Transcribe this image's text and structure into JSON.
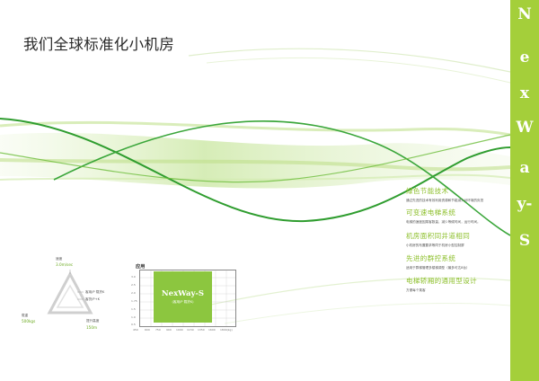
{
  "page": {
    "title": "我们全球标准化小机房"
  },
  "side_band": {
    "letters": [
      "N",
      "e",
      "x",
      "W",
      "a",
      "y-",
      "S"
    ],
    "band_color": "#a4cf3a"
  },
  "features": [
    {
      "title": "绿色节能技术",
      "desc": "通过先进的技术有效利用资源和节能减少对环境的负担"
    },
    {
      "title": "可变速电梯系统",
      "desc": "电梯的速度因乘客数量，减少等候时间，运行时间。"
    },
    {
      "title": "机房面积同井道相同",
      "desc": "小机房的布置要求等同于机房小型控制屏"
    },
    {
      "title": "先进的群控系统",
      "desc": "适用于群梯管理多楼梯调型（最多可达8台）"
    },
    {
      "title": "电梯轿厢的通用型设计",
      "desc": "方便每个乘客"
    }
  ],
  "triangle": {
    "speed_label": "速度",
    "speed_value": "3.0m/sec",
    "load_label": "载重",
    "load_value": "500kgs",
    "height_label": "提升高度",
    "height_value": "150m",
    "legend_1": "客用/P 载货K",
    "legend_2": "客货/P+K"
  },
  "chart": {
    "title": "应用",
    "model_name": "NexWay-S",
    "model_sub": "(客用/P 载货K)",
    "y_ticks": [
      "3.0",
      "2.5",
      "2.0",
      "1.75",
      "1.5",
      "1.0",
      "0.5"
    ],
    "x_ticks": [
      "450",
      "600",
      "750",
      "900",
      "1000",
      "1150",
      "1350",
      "1600",
      "1800(kg)"
    ]
  },
  "colors": {
    "accent_green": "#8cbf2a",
    "dark_green": "#2e9a2e",
    "light_green": "#cfe8a8"
  }
}
